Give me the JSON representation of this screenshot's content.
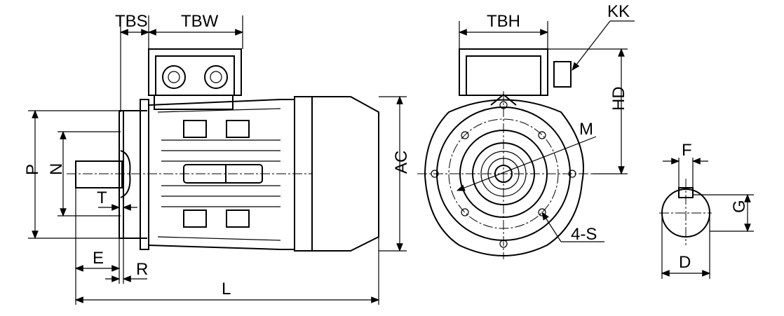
{
  "title": "Motor dimension drawing",
  "labels": {
    "tbs": "TBS",
    "tbw": "TBW",
    "tbh": "TBH",
    "kk": "KK",
    "hd": "HD",
    "m": "M",
    "ac": "AC",
    "p": "P",
    "n": "N",
    "t": "T",
    "e": "E",
    "r": "R",
    "l": "L",
    "s": "4-S",
    "f": "F",
    "g": "G",
    "d": "D"
  }
}
